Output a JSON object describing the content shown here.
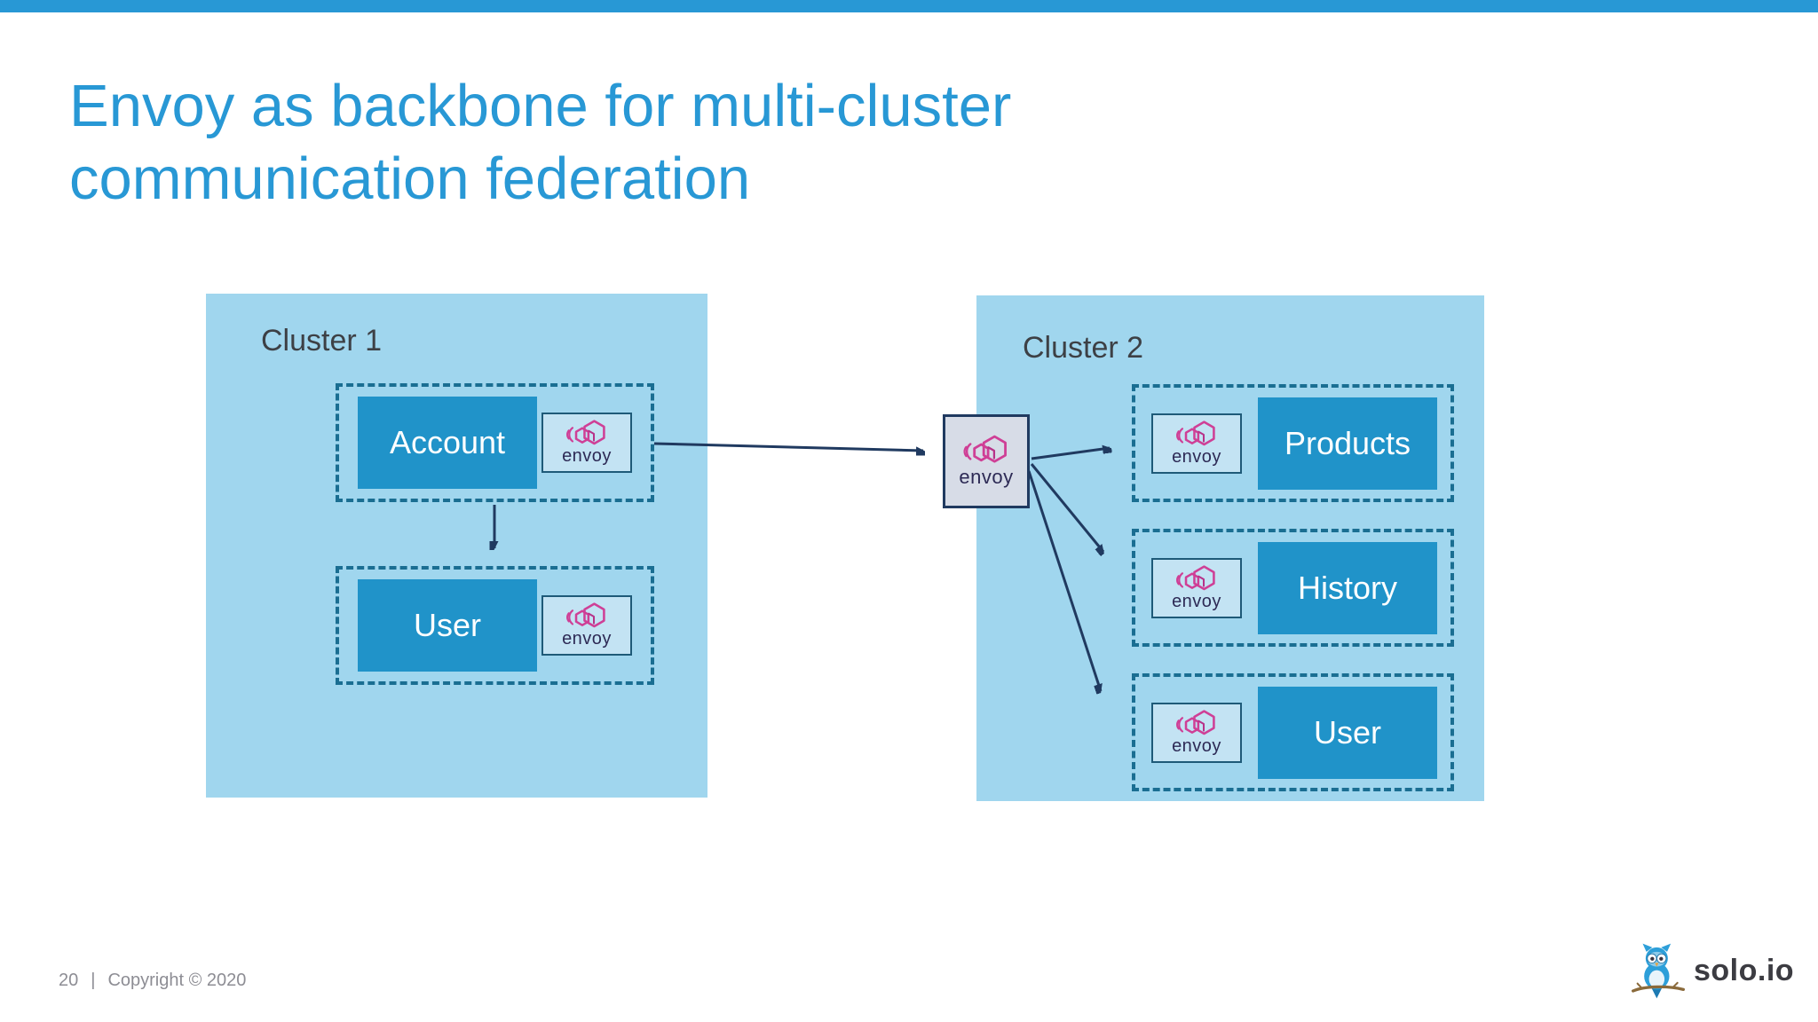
{
  "slide": {
    "title": "Envoy as backbone for multi-cluster communication federation",
    "footer": {
      "page_number": "20",
      "separator": "|",
      "copyright": "Copyright © 2020"
    },
    "brand": {
      "name": "solo.io"
    }
  },
  "diagram": {
    "cluster1": {
      "label": "Cluster 1",
      "services": [
        {
          "name": "Account",
          "sidecar": "envoy"
        },
        {
          "name": "User",
          "sidecar": "envoy"
        }
      ]
    },
    "gateway": {
      "label": "envoy"
    },
    "cluster2": {
      "label": "Cluster 2",
      "services": [
        {
          "name": "Products",
          "sidecar": "envoy"
        },
        {
          "name": "History",
          "sidecar": "envoy"
        },
        {
          "name": "User",
          "sidecar": "envoy"
        }
      ]
    },
    "connections": [
      "Account -> User (cluster 1)",
      "Account envoy -> gateway envoy",
      "gateway envoy -> Products envoy",
      "gateway envoy -> History envoy",
      "gateway envoy -> User envoy (cluster 2)"
    ],
    "colors": {
      "accent_blue": "#2898d5",
      "cluster_bg": "#a0d6ee",
      "service_box": "#2093c9",
      "dashed_border": "#1a6e92",
      "sidecar_bg": "#c3e3f3",
      "gateway_bg": "#d7dce7",
      "arrow": "#203a60",
      "envoy_pink": "#cf3f96",
      "envoy_wordmark": "#2d2a55"
    }
  }
}
